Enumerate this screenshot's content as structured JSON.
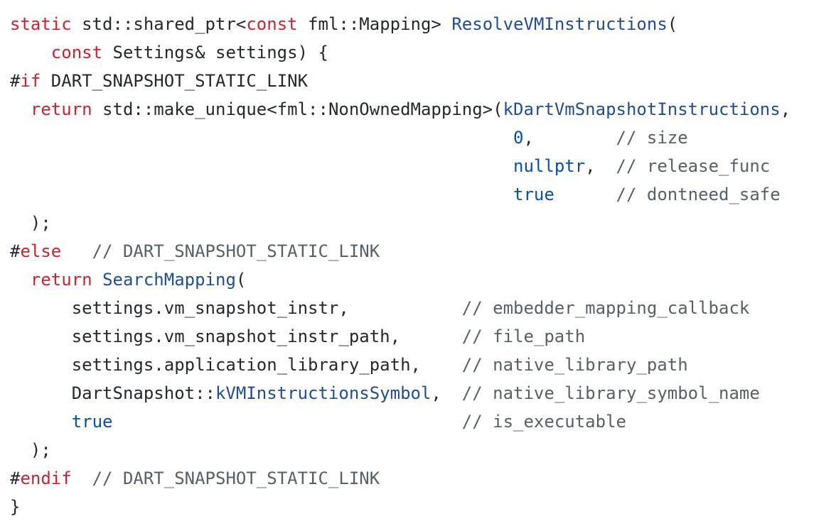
{
  "colors": {
    "keyword": "#cf222e",
    "function": "#1f4e99",
    "constant": "#0550ae",
    "comment": "#57606a",
    "text": "#24292e",
    "background": "#ffffff"
  },
  "code": {
    "lines": [
      [
        {
          "t": "static",
          "c": "kw"
        },
        {
          "t": " std::shared_ptr<",
          "c": "tx"
        },
        {
          "t": "const",
          "c": "kw"
        },
        {
          "t": " fml::Mapping> ",
          "c": "tx"
        },
        {
          "t": "ResolveVMInstructions",
          "c": "fn"
        },
        {
          "t": "(",
          "c": "tx"
        }
      ],
      [
        {
          "t": "    ",
          "c": "tx"
        },
        {
          "t": "const",
          "c": "kw"
        },
        {
          "t": " Settings& settings) {",
          "c": "tx"
        }
      ],
      [
        {
          "t": "#",
          "c": "tx"
        },
        {
          "t": "if",
          "c": "kw"
        },
        {
          "t": " DART_SNAPSHOT_STATIC_LINK",
          "c": "tx"
        }
      ],
      [
        {
          "t": "  ",
          "c": "tx"
        },
        {
          "t": "return",
          "c": "kw"
        },
        {
          "t": " std::make_unique<fml::NonOwnedMapping>(",
          "c": "tx"
        },
        {
          "t": "kDartVmSnapshotInstructions",
          "c": "fn"
        },
        {
          "t": ",",
          "c": "tx"
        }
      ],
      [
        {
          "t": "                                                 ",
          "c": "tx"
        },
        {
          "t": "0",
          "c": "num"
        },
        {
          "t": ",        ",
          "c": "tx"
        },
        {
          "t": "// size",
          "c": "cm"
        }
      ],
      [
        {
          "t": "                                                 ",
          "c": "tx"
        },
        {
          "t": "nullptr",
          "c": "num"
        },
        {
          "t": ",  ",
          "c": "tx"
        },
        {
          "t": "// release_func",
          "c": "cm"
        }
      ],
      [
        {
          "t": "                                                 ",
          "c": "tx"
        },
        {
          "t": "true",
          "c": "num"
        },
        {
          "t": "      ",
          "c": "tx"
        },
        {
          "t": "// dontneed_safe",
          "c": "cm"
        }
      ],
      [
        {
          "t": "  );",
          "c": "tx"
        }
      ],
      [
        {
          "t": "#",
          "c": "tx"
        },
        {
          "t": "else",
          "c": "kw"
        },
        {
          "t": "   ",
          "c": "tx"
        },
        {
          "t": "// DART_SNAPSHOT_STATIC_LINK",
          "c": "cm"
        }
      ],
      [
        {
          "t": "  ",
          "c": "tx"
        },
        {
          "t": "return",
          "c": "kw"
        },
        {
          "t": " ",
          "c": "tx"
        },
        {
          "t": "SearchMapping",
          "c": "fn"
        },
        {
          "t": "(",
          "c": "tx"
        }
      ],
      [
        {
          "t": "      settings.vm_snapshot_instr,           ",
          "c": "tx"
        },
        {
          "t": "// embedder_mapping_callback",
          "c": "cm"
        }
      ],
      [
        {
          "t": "      settings.vm_snapshot_instr_path,      ",
          "c": "tx"
        },
        {
          "t": "// file_path",
          "c": "cm"
        }
      ],
      [
        {
          "t": "      settings.application_library_path,    ",
          "c": "tx"
        },
        {
          "t": "// native_library_path",
          "c": "cm"
        }
      ],
      [
        {
          "t": "      DartSnapshot::",
          "c": "tx"
        },
        {
          "t": "kVMInstructionsSymbol",
          "c": "fn"
        },
        {
          "t": ",  ",
          "c": "tx"
        },
        {
          "t": "// native_library_symbol_name",
          "c": "cm"
        }
      ],
      [
        {
          "t": "      ",
          "c": "tx"
        },
        {
          "t": "true",
          "c": "num"
        },
        {
          "t": "                                  ",
          "c": "tx"
        },
        {
          "t": "// is_executable",
          "c": "cm"
        }
      ],
      [
        {
          "t": "  );",
          "c": "tx"
        }
      ],
      [
        {
          "t": "#",
          "c": "tx"
        },
        {
          "t": "endif",
          "c": "kw"
        },
        {
          "t": "  ",
          "c": "tx"
        },
        {
          "t": "// DART_SNAPSHOT_STATIC_LINK",
          "c": "cm"
        }
      ],
      [
        {
          "t": "}",
          "c": "tx"
        }
      ]
    ]
  }
}
